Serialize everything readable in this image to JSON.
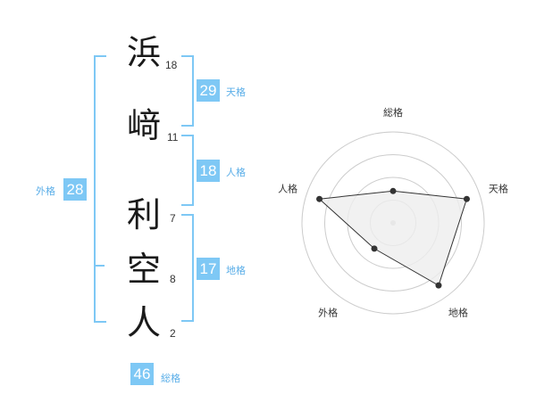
{
  "name_chars": [
    {
      "char": "浜",
      "strokes": "18"
    },
    {
      "char": "﨑",
      "strokes": "11"
    },
    {
      "char": "利",
      "strokes": "7"
    },
    {
      "char": "空",
      "strokes": "8"
    },
    {
      "char": "人",
      "strokes": "2"
    }
  ],
  "fortunes": {
    "tenkaku": {
      "value": "29",
      "label": "天格"
    },
    "jinkaku": {
      "value": "18",
      "label": "人格"
    },
    "chikaku": {
      "value": "17",
      "label": "地格"
    },
    "gaikaku": {
      "value": "28",
      "label": "外格"
    },
    "soukaku": {
      "value": "46",
      "label": "総格"
    }
  },
  "chart_data": {
    "type": "radar",
    "axes": [
      "総格",
      "天格",
      "地格",
      "外格",
      "人格"
    ],
    "values": [
      0.35,
      0.85,
      0.85,
      0.35,
      0.85
    ],
    "rings": 4,
    "colors": {
      "fill": "#eeeeee",
      "stroke": "#333333",
      "grid": "#cccccc"
    }
  },
  "colors": {
    "accent": "#7ec8f5"
  }
}
